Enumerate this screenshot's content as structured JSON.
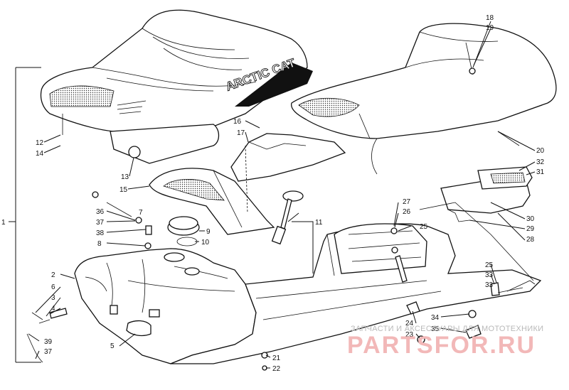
{
  "brand": "ARCTIC CAT",
  "watermark": {
    "line1": "ЗАПЧАСТИ И АКСЕССУАРЫ ДЛЯ МОТОТЕХНИКИ",
    "line2": "PARTSFOR.RU"
  },
  "callouts": [
    "1",
    "2",
    "3",
    "4",
    "5",
    "6",
    "7",
    "8",
    "9",
    "10",
    "11",
    "12",
    "13",
    "14",
    "15",
    "16",
    "17",
    "18",
    "19",
    "20",
    "21",
    "22",
    "23",
    "24",
    "25",
    "26",
    "27",
    "28",
    "29",
    "30",
    "31",
    "32",
    "33",
    "34",
    "35",
    "36",
    "37",
    "38",
    "39",
    "37",
    "33",
    "25"
  ]
}
